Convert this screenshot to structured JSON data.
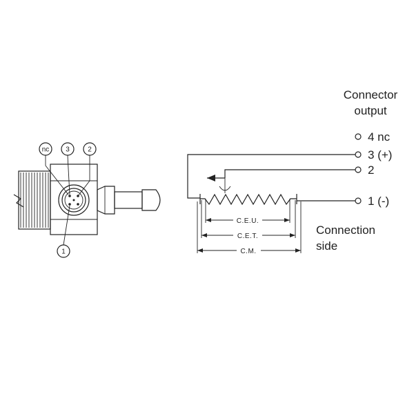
{
  "title_line1": "Connector",
  "title_line2": "output",
  "terminals": {
    "t4": "4 nc",
    "t3": "3 (+)",
    "t2": "2",
    "t1": "1 (-)"
  },
  "side_line1": "Connection",
  "side_line2": "side",
  "pins": {
    "nc": "nc",
    "p3": "3",
    "p2": "2",
    "p1": "1"
  },
  "dims": {
    "ceu": "C.E.U.",
    "cet": "C.E.T.",
    "cm": "C.M."
  }
}
